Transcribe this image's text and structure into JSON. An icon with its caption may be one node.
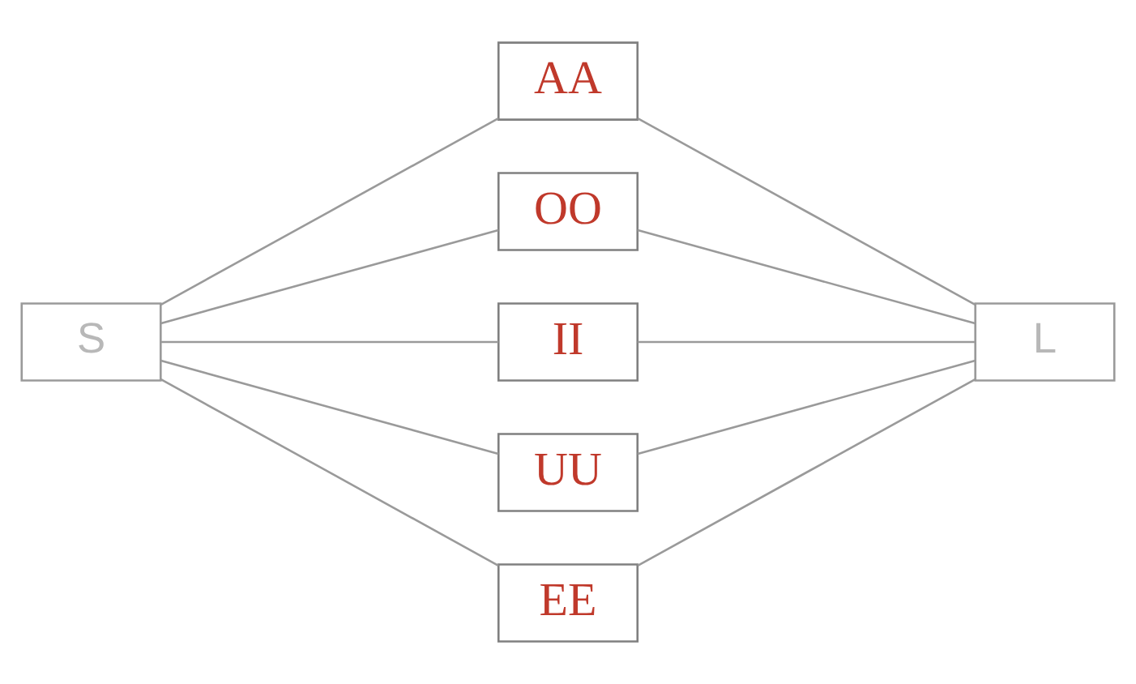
{
  "diagram": {
    "nodes": [
      {
        "text": [
          "S"
        ]
      },
      {
        "text": [
          "AA"
        ]
      },
      {
        "text": [
          "OO"
        ]
      },
      {
        "text": [
          "II"
        ]
      },
      {
        "text": [
          "UU"
        ]
      },
      {
        "text": [
          "EE"
        ]
      },
      {
        "text": [
          "L"
        ]
      }
    ],
    "edges": [
      {
        "from": 0,
        "to": 1,
        "arrow": "none"
      },
      {
        "from": 0,
        "to": 2,
        "arrow": "none"
      },
      {
        "from": 0,
        "to": 3,
        "arrow": "none"
      },
      {
        "from": 0,
        "to": 4,
        "arrow": "none"
      },
      {
        "from": 0,
        "to": 5,
        "arrow": "none"
      },
      {
        "from": 1,
        "to": 6,
        "arrow": "none"
      },
      {
        "from": 2,
        "to": 6,
        "arrow": "none"
      },
      {
        "from": 3,
        "to": 6,
        "arrow": "none"
      },
      {
        "from": 4,
        "to": 6,
        "arrow": "none"
      },
      {
        "from": 5,
        "to": 6,
        "arrow": "none"
      }
    ]
  }
}
